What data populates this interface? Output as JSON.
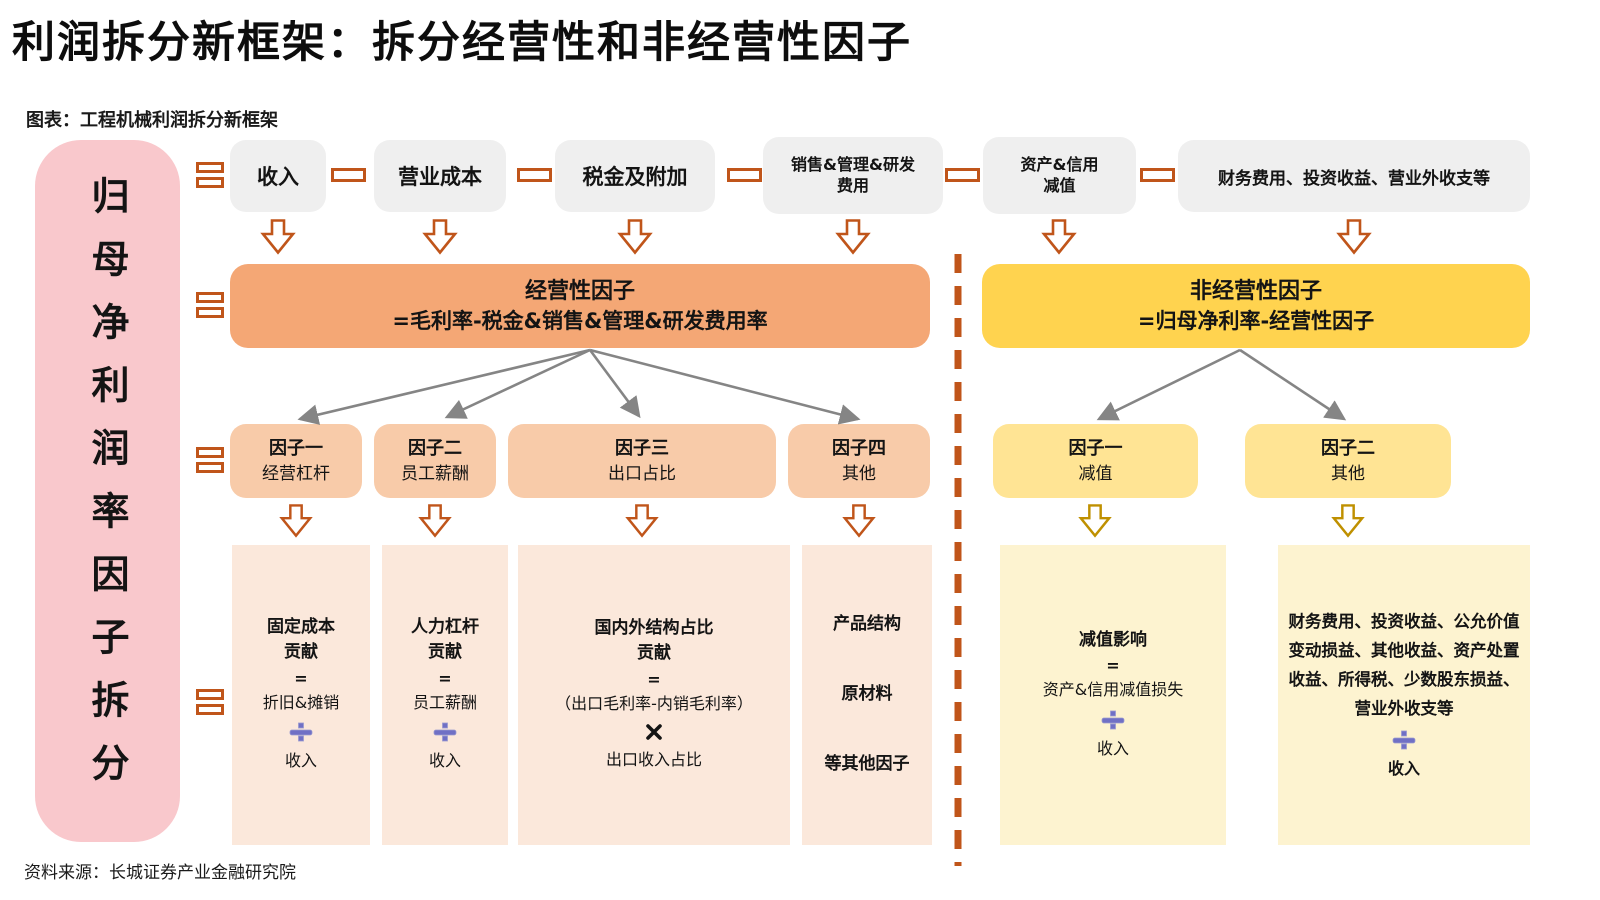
{
  "page": {
    "title": "利润拆分新框架：拆分经营性和非经营性因子",
    "chart_label": "图表：工程机械利润拆分新框架",
    "source": "资料来源：长城证券产业金融研究院"
  },
  "left_banner": {
    "text": "归母净利润率因子拆分"
  },
  "top_row": [
    {
      "label": "收入"
    },
    {
      "label": "营业成本"
    },
    {
      "label": "税金及附加"
    },
    {
      "label": "销售&管理&研发\n费用"
    },
    {
      "label": "资产&信用\n减值"
    },
    {
      "label": "财务费用、投资收益、营业外收支等"
    }
  ],
  "operating": {
    "title": "经营性因子",
    "formula": "=毛利率-税金&销售&管理&研发费用率",
    "factors": [
      {
        "name": "因子一",
        "desc": "经营杠杆"
      },
      {
        "name": "因子二",
        "desc": "员工薪酬"
      },
      {
        "name": "因子三",
        "desc": "出口占比"
      },
      {
        "name": "因子四",
        "desc": "其他"
      }
    ],
    "details": [
      {
        "title": "固定成本\n贡献",
        "eq": "=",
        "numerator": "折旧&摊销",
        "denominator": "收入"
      },
      {
        "title": "人力杠杆\n贡献",
        "eq": "=",
        "numerator": "员工薪酬",
        "denominator": "收入"
      },
      {
        "title": "国内外结构占比\n贡献",
        "eq": "=",
        "numerator": "（出口毛利率-内销毛利率）",
        "denominator": "出口收入占比"
      },
      {
        "lines": "产品结构\n原材料\n等其他因子"
      }
    ]
  },
  "non_operating": {
    "title": "非经营性因子",
    "formula": "=归母净利率-经营性因子",
    "factors": [
      {
        "name": "因子一",
        "desc": "减值"
      },
      {
        "name": "因子二",
        "desc": "其他"
      }
    ],
    "details": [
      {
        "title": "减值影响",
        "eq": "=",
        "numerator": "资产&信用减值损失",
        "denominator": "收入"
      },
      {
        "paragraph": "财务费用、投资收益、公允价值变动损益、其他收益、资产处置收益、所得税、少数股东损益、营业外收支等",
        "denominator": "收入"
      }
    ]
  },
  "icons": {
    "equals": "=",
    "minus": "−",
    "divide": "÷",
    "multiply": "×",
    "down_arrow": "⇩"
  },
  "colors": {
    "accent_orange_outline": "#C0551A",
    "accent_gold_outline": "#BF9000",
    "gray_box": "#EFEFEF",
    "operating_box": "#F4A775",
    "operating_factor_box": "#F8CBA9",
    "operating_detail_box": "#FBE8DB",
    "non_operating_box": "#FFD34F",
    "non_operating_factor_box": "#FFE494",
    "non_operating_detail_box": "#FDF3D0",
    "banner_pink": "#F9C8CC",
    "arrow_gray": "#858585",
    "divide_icon_purple": "#7070C5"
  }
}
